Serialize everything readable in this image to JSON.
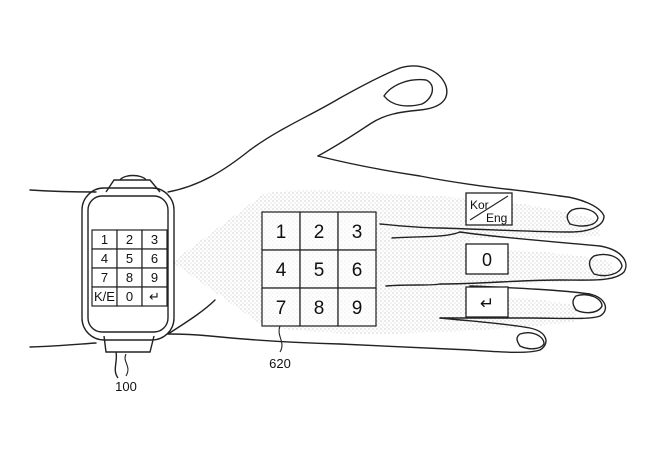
{
  "watch_keypad": [
    "1",
    "2",
    "3",
    "4",
    "5",
    "6",
    "7",
    "8",
    "9",
    "K/E",
    "0",
    "↵"
  ],
  "hand_keypad": [
    "1",
    "2",
    "3",
    "4",
    "5",
    "6",
    "7",
    "8",
    "9"
  ],
  "finger_keys": {
    "kor_eng": {
      "top": "Kor",
      "bottom": "Eng"
    },
    "zero": "0",
    "enter": "↵"
  },
  "reference_numerals": {
    "watch": "100",
    "projection": "620"
  }
}
